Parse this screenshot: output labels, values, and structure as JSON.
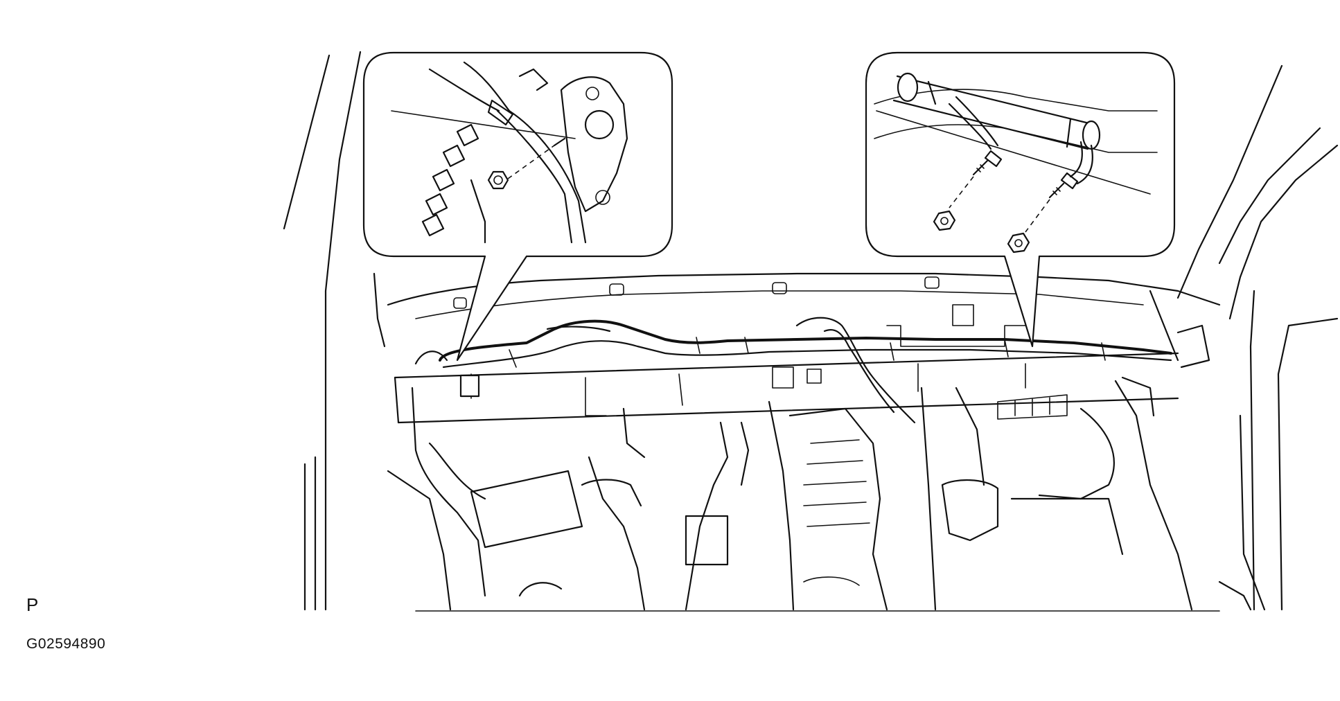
{
  "figure": {
    "view_label": "P",
    "figure_code": "G02594890"
  },
  "callouts": [
    {
      "id": "left-detail",
      "content": "nut-and-bracket"
    },
    {
      "id": "right-detail",
      "content": "brace-bolts-and-nuts"
    }
  ],
  "colors": {
    "line": "#111111",
    "background": "#ffffff"
  }
}
